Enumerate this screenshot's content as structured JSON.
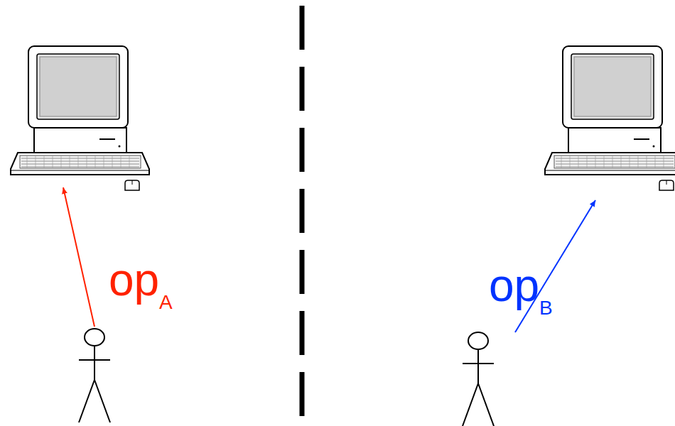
{
  "diagram": {
    "labels": [
      "op",
      "A",
      "op",
      "B"
    ]
  }
}
